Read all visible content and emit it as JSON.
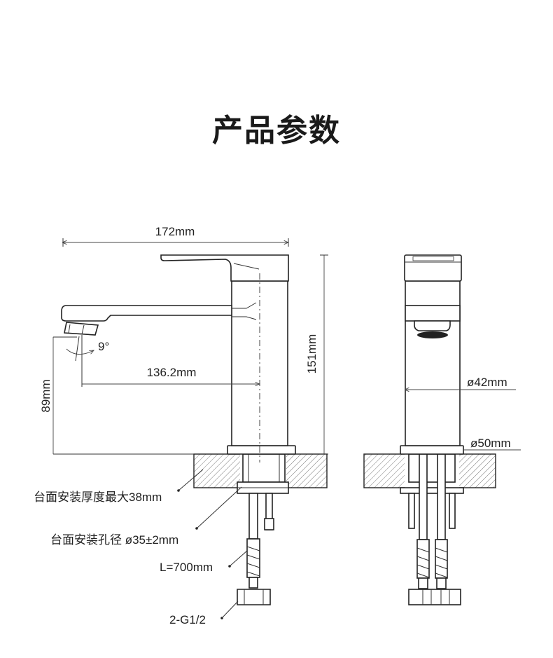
{
  "title": "产品参数",
  "dimensions": {
    "width": "172mm",
    "height": "151mm",
    "reach": "136.2mm",
    "spout_height": "89mm",
    "angle": "9°",
    "body_diameter": "ø42mm",
    "base_diameter": "ø50mm"
  },
  "annotations": {
    "deck_thickness": "台面安装厚度最大38mm",
    "mount_hole": "台面安装孔径 ø35±2mm",
    "hose_length": "L=700mm",
    "connection": "2-G1/2"
  }
}
